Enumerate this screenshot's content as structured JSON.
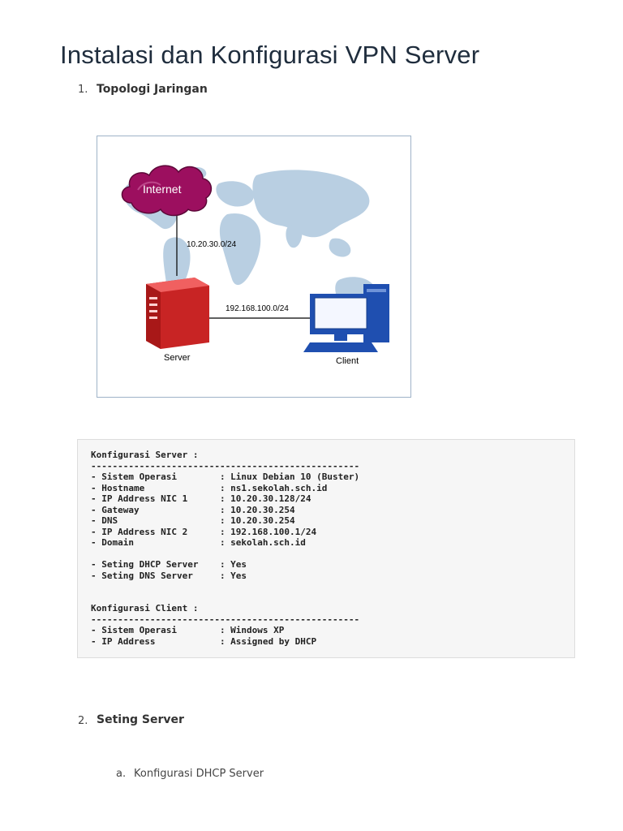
{
  "document": {
    "title": "Instalasi dan Konfigurasi VPN Server"
  },
  "sections": [
    {
      "number": "1.",
      "heading": "Topologi Jaringan"
    },
    {
      "number": "2.",
      "heading": "Seting Server"
    }
  ],
  "sub_items": [
    {
      "marker": "a.",
      "label": "Konfigurasi DHCP Server"
    }
  ],
  "diagram": {
    "cloud_label": "Internet",
    "link_internet_server": "10.20.30.0/24",
    "link_server_client": "192.168.100.0/24",
    "server_label": "Server",
    "client_label": "Client",
    "colors": {
      "cloud": "#9c0f5f",
      "server": "#e23b3b",
      "client": "#1f4fb0",
      "map": "#b9cfe2"
    }
  },
  "code_block": {
    "lines": [
      "Konfigurasi Server :",
      "--------------------------------------------------",
      "- Sistem Operasi        : Linux Debian 10 (Buster)",
      "- Hostname              : ns1.sekolah.sch.id",
      "- IP Address NIC 1      : 10.20.30.128/24",
      "- Gateway               : 10.20.30.254",
      "- DNS                   : 10.20.30.254",
      "- IP Address NIC 2      : 192.168.100.1/24",
      "- Domain                : sekolah.sch.id",
      "",
      "- Seting DHCP Server    : Yes",
      "- Seting DNS Server     : Yes",
      "",
      "",
      "Konfigurasi Client :",
      "--------------------------------------------------",
      "- Sistem Operasi        : Windows XP",
      "- IP Address            : Assigned by DHCP"
    ]
  }
}
